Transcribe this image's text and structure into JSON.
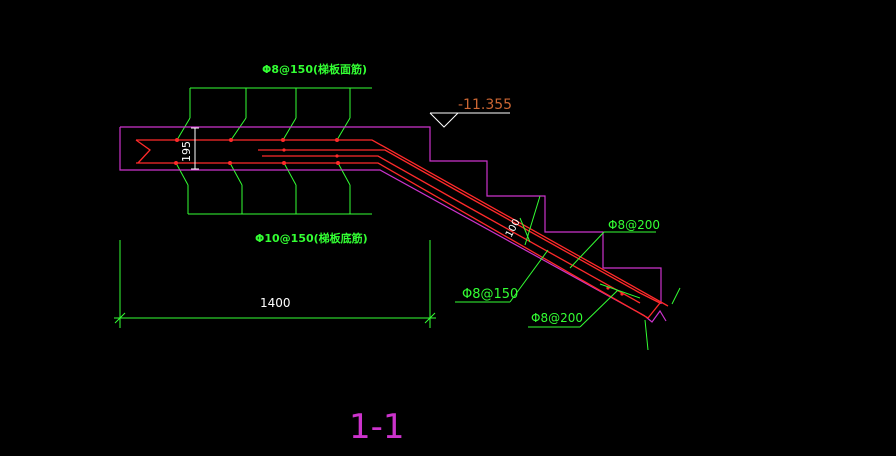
{
  "drawing": {
    "section_title": "1-1",
    "level_mark": "-11.355",
    "labels": {
      "top_rebar": "Φ8@150(梯板面筋)",
      "bottom_rebar": "Φ10@150(梯板底筋)",
      "slab_thickness": "195",
      "stair_thickness": "100",
      "rebar_8_200_upper": "Φ8@200",
      "rebar_8_150": "Φ8@150",
      "rebar_8_200_lower": "Φ8@200",
      "dimension_length": "1400"
    },
    "colors": {
      "background": "#000000",
      "concrete_outline": "#cc33cc",
      "rebar": "#ff2a2a",
      "annotation": "#33ff33",
      "dimension_text": "#ffffff",
      "level_text": "#cc6633",
      "title": "#cc33cc"
    }
  }
}
